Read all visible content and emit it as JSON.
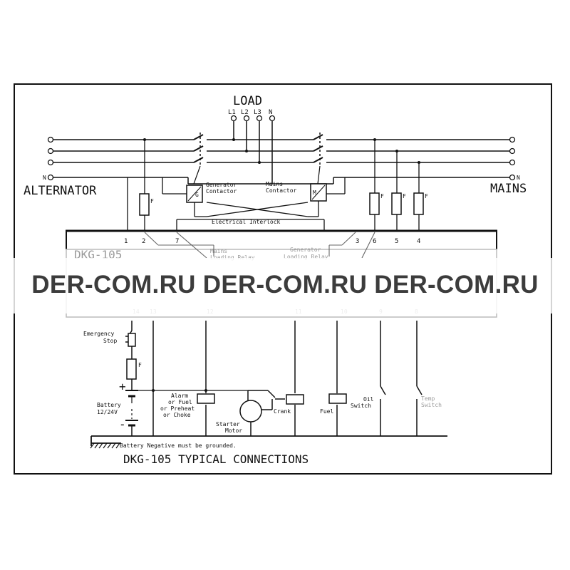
{
  "diagram": {
    "title": "DKG-105 TYPICAL CONNECTIONS",
    "load_label": "LOAD",
    "load_terminals": [
      "L1",
      "L2",
      "L3",
      "N"
    ],
    "alternator_label": "ALTERNATOR",
    "mains_label": "MAINS",
    "neutral_left": "N",
    "neutral_right": "N",
    "generator_contactor": {
      "symbol": "G",
      "line1": "Generator",
      "line2": "Contactor"
    },
    "mains_contactor": {
      "symbol": "M",
      "line1": "Mains",
      "line2": "Contactor"
    },
    "interlock_label": "Electrical Interlock",
    "fuse_label": "F",
    "module_name": "DKG-105",
    "top_terminals": [
      "1",
      "2",
      "7",
      "3",
      "6",
      "5",
      "4"
    ],
    "bottom_terminals": [
      "14",
      "13",
      "12",
      "11",
      "10",
      "9",
      "8"
    ],
    "mains_relay": [
      "Mains",
      "Loading Relay"
    ],
    "generator_relay": [
      "Generator",
      "Loading Relay"
    ],
    "emergency_stop": [
      "Emergency",
      "Stop"
    ],
    "battery": [
      "Battery",
      "12/24V"
    ],
    "alarm_output": [
      "Alarm",
      "or Fuel",
      "or Preheat",
      "or Choke"
    ],
    "starter_motor": [
      "Starter",
      "Motor"
    ],
    "crank_label": "Crank",
    "fuel_label": "Fuel",
    "oil_switch": [
      "Oil",
      "Switch"
    ],
    "temp_switch": [
      "Temp",
      "Switch"
    ],
    "ground_note": "Battery Negative must be grounded.",
    "plus_sign": "+",
    "minus_sign": "-"
  },
  "watermark": {
    "text": "DER-COM.RU DER-COM.RU DER-COM.RU"
  }
}
